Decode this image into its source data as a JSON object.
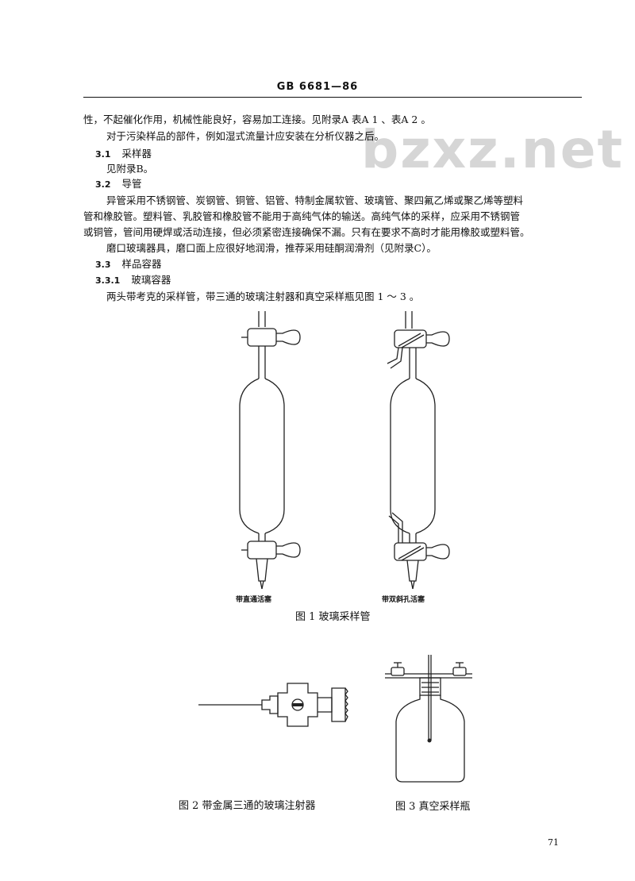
{
  "header": {
    "code": "GB 6681—86"
  },
  "watermark": "bzxz.net",
  "lines": [
    {
      "num": "",
      "text": "性，不起催化作用，机械性能良好，容易加工连接。见附录A 表A 1 、表A 2 。"
    },
    {
      "num": "",
      "text": "对于污染样品的部件，例如湿式流量计应安装在分析仪器之后。"
    },
    {
      "num": "3.1",
      "text": "采样器"
    },
    {
      "num": "",
      "text": "见附录B。"
    },
    {
      "num": "3.2",
      "text": "导管"
    },
    {
      "num": "",
      "text": "异管采用不锈钢管、炭钢管、铜管、铝管、特制金属软管、玻璃管、聚四氟乙烯或聚乙烯等塑料"
    },
    {
      "num": "",
      "text": "管和橡胶管。塑料管、乳胶管和橡胶管不能用于高纯气体的输送。高纯气体的采样，应采用不锈钢管"
    },
    {
      "num": "",
      "text": "或铜管，管间用硬焊或活动连接，但必须紧密连接确保不漏。只有在要求不高时才能用橡胶或塑料管。"
    },
    {
      "num": "",
      "text": "磨口玻璃器具，磨口面上应很好地润滑，推荐采用硅酮润滑剂（见附录C）。"
    },
    {
      "num": "3.3",
      "text": "样品容器"
    },
    {
      "num": "3.3.1",
      "text": "玻璃容器"
    },
    {
      "num": "",
      "text": "两头带考克的采样管，带三通的玻璃注射器和真空采样瓶见图 1 ～ 3 。"
    }
  ],
  "figures": {
    "fig1_left_label": "带直通活塞",
    "fig1_right_label": "带双斜孔活塞",
    "fig1_caption": "图 1  玻璃采样管",
    "fig2_caption": "图 2  带金属三通的玻璃注射器",
    "fig3_caption": "图 3  真空采样瓶"
  },
  "page_number": "71"
}
